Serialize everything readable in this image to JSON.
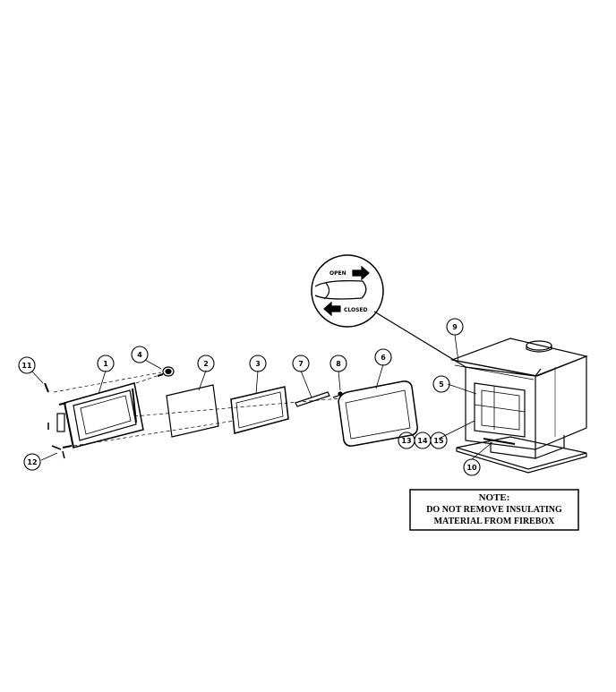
{
  "callouts": {
    "c1": "1",
    "c2": "2",
    "c3": "3",
    "c4": "4",
    "c5": "5",
    "c6": "6",
    "c7": "7",
    "c8": "8",
    "c9": "9",
    "c10": "10",
    "c11": "11",
    "c12": "12",
    "c13": "13",
    "c14": "14",
    "c15": "15"
  },
  "damper_labels": {
    "open": "OPEN",
    "closed": "CLOSED"
  },
  "note": {
    "title": "NOTE:",
    "line1": "DO NOT REMOVE INSULATING",
    "line2": "MATERIAL FROM FIREBOX"
  }
}
